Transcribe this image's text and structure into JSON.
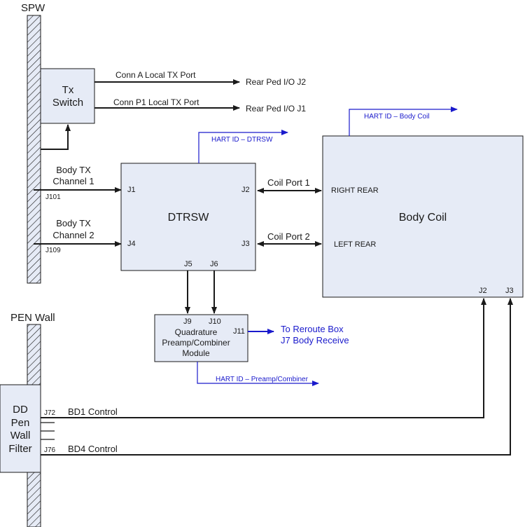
{
  "walls": {
    "spw_label": "SPW",
    "pen_label": "PEN Wall"
  },
  "tx_switch": {
    "line1": "Tx",
    "line2": "Switch",
    "out_a_label": "Conn A Local TX Port",
    "out_a_dest": "Rear Ped I/O J2",
    "out_p1_label": "Conn P1 Local TX Port",
    "out_p1_dest": "Rear Ped I/O J1"
  },
  "body_tx": {
    "ch1_line1": "Body TX",
    "ch1_line2": "Channel 1",
    "ch1_port": "J101",
    "ch2_line1": "Body TX",
    "ch2_line2": "Channel 2",
    "ch2_port": "J109"
  },
  "dtrsw": {
    "title": "DTRSW",
    "j1": "J1",
    "j2": "J2",
    "j3": "J3",
    "j4": "J4",
    "j5": "J5",
    "j6": "J6",
    "hart": "HART ID – DTRSW",
    "coil_port1": "Coil Port 1",
    "coil_port2": "Coil Port 2"
  },
  "body_coil": {
    "title": "Body Coil",
    "right_rear": "RIGHT REAR",
    "left_rear": "LEFT REAR",
    "j2": "J2",
    "j3": "J3",
    "hart": "HART ID – Body Coil"
  },
  "preamp": {
    "j9": "J9",
    "j10": "J10",
    "j11": "J11",
    "line1": "Quadrature",
    "line2": "Preamp/Combiner",
    "line3": "Module",
    "dest_line1": "To Reroute Box",
    "dest_line2": "J7 Body Receive",
    "hart": "HART ID – Preamp/Combiner"
  },
  "pen_filter": {
    "line1": "DD",
    "line2": "Pen",
    "line3": "Wall",
    "line4": "Filter",
    "j72": "J72",
    "j76": "J76",
    "bd1": "BD1 Control",
    "bd4": "BD4 Control"
  },
  "colors": {
    "box_fill": "#e6ebf6",
    "hart_blue": "#1a1acc",
    "line": "#1a1a1a"
  }
}
